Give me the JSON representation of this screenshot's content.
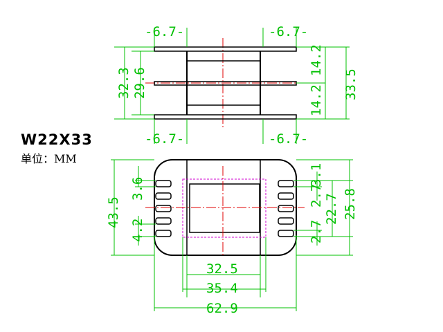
{
  "title": {
    "model": "W22X33",
    "unit_label": "单位：MM"
  },
  "dimensions": {
    "top_left_width": "-6.7-",
    "top_right_width": "-6.7-",
    "bottom_left_width": "-6.7-",
    "bottom_right_width": "-6.7-",
    "side_overall_outer": "32.3",
    "side_overall_inner": "29.6",
    "side_right_upper": "14.2",
    "side_right_lower": "14.2",
    "side_right_overall": "33.5",
    "plan_height": "43.5",
    "plan_pin_gap": "3.6",
    "plan_left_lower": "4.2",
    "plan_right_pin": "2.7",
    "plan_right_pin2": "3.1",
    "plan_right_inner": "22.7",
    "plan_right_outer": "25.8",
    "plan_right_bottom": "2.7",
    "plan_width_inner": "32.5",
    "plan_width_mid": "35.4",
    "plan_width_overall": "62.9"
  },
  "colors": {
    "outline": "#000000",
    "dimension": "#00c000",
    "centerline": "#e00000",
    "hidden": "#d000d0"
  }
}
